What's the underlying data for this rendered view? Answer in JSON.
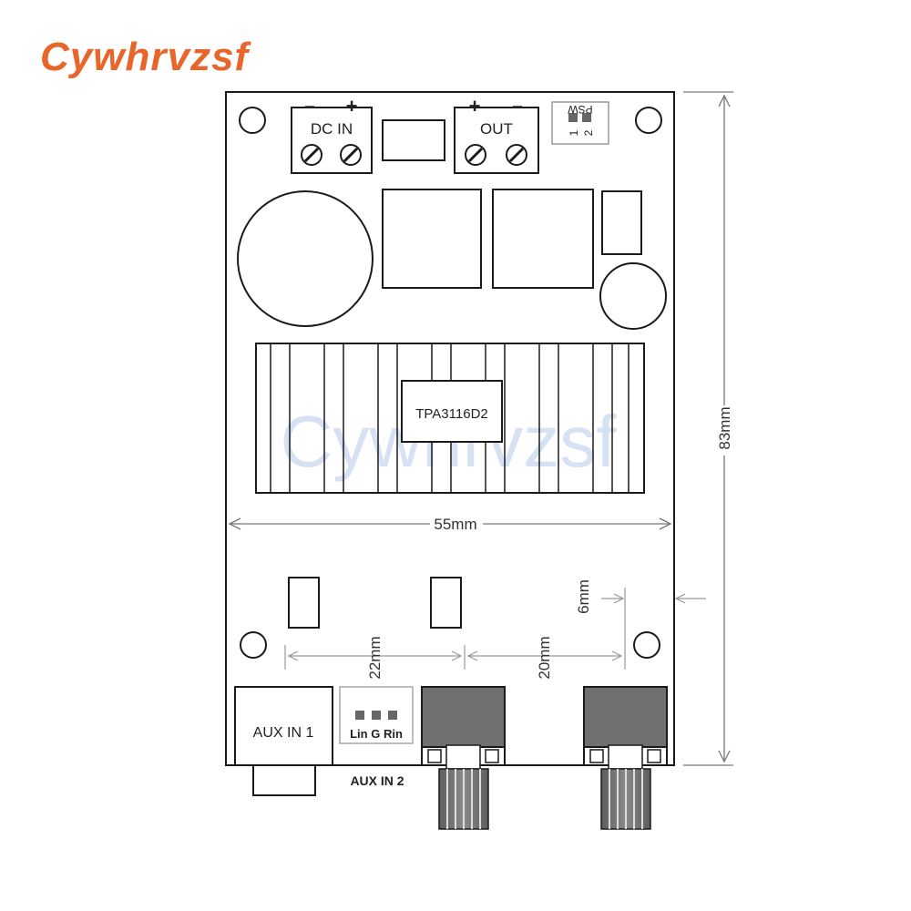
{
  "brand": {
    "text": "Cywhrvzsf",
    "color": "#e8652b"
  },
  "watermark": {
    "text": "Cywhrvzsf",
    "color": "#d6e2f4"
  },
  "board": {
    "dc_in": {
      "label": "DC IN",
      "minus": "−",
      "plus": "+"
    },
    "out": {
      "label": "OUT",
      "plus": "+",
      "minus": "−"
    },
    "switch": {
      "label": "PSW",
      "pos1": "1",
      "pos2": "2"
    },
    "chip": {
      "label": "TPA3116D2"
    },
    "aux_in_1": {
      "label": "AUX IN 1"
    },
    "aux_in_2": {
      "label": "AUX IN 2",
      "pins": "Lin G Rin"
    }
  },
  "dimensions": {
    "width": "55mm",
    "height": "83mm",
    "knob_spacing_1": "22mm",
    "knob_spacing_2": "20mm",
    "knob_offset": "6mm"
  },
  "colors": {
    "line": "#1a1a1a",
    "dim_line": "#777777",
    "knob_dark": "#6b6b6b"
  }
}
